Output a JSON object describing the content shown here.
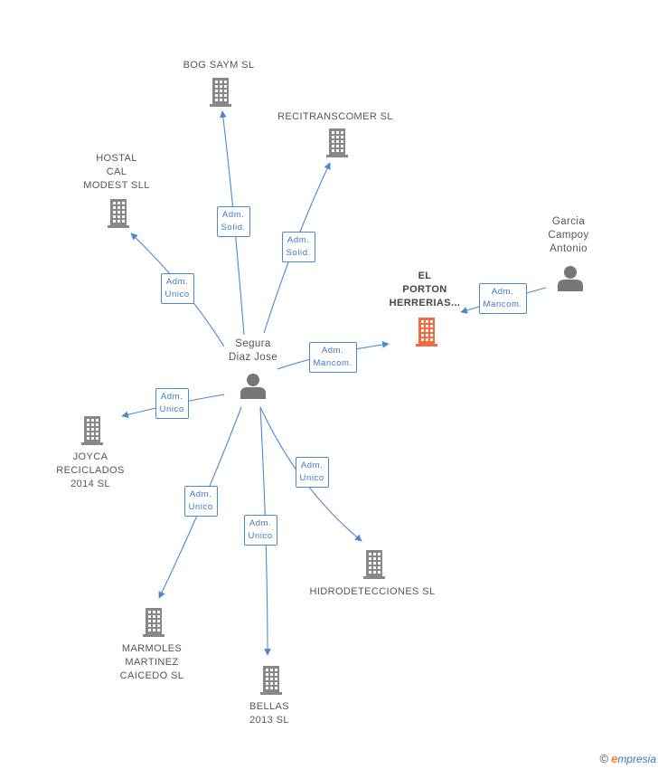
{
  "colors": {
    "edge": "#4a88d0",
    "company": "#888888",
    "focus_company": "#f26a3d",
    "person": "#777777"
  },
  "nodes": [
    {
      "id": "segura",
      "type": "person",
      "label": [
        "Segura",
        "Diaz Jose"
      ]
    },
    {
      "id": "garcia",
      "type": "person",
      "label": [
        "Garcia",
        "Campoy",
        "Antonio"
      ]
    },
    {
      "id": "porton",
      "type": "focus_company",
      "label": [
        "EL",
        "PORTON",
        "HERRERIAS..."
      ]
    },
    {
      "id": "bog",
      "type": "company",
      "label": [
        "BOG SAYM SL"
      ]
    },
    {
      "id": "recitrans",
      "type": "company",
      "label": [
        "RECITRANSCOMER SL"
      ]
    },
    {
      "id": "hostal",
      "type": "company",
      "label": [
        "HOSTAL",
        "CAL",
        "MODEST SLL"
      ]
    },
    {
      "id": "joyca",
      "type": "company",
      "label": [
        "JOYCA",
        "RECICLADOS",
        "2014  SL"
      ]
    },
    {
      "id": "hidro",
      "type": "company",
      "label": [
        "HIDRODETECCIONES SL"
      ]
    },
    {
      "id": "marmoles",
      "type": "company",
      "label": [
        "MARMOLES",
        "MARTINEZ",
        "CAICEDO SL"
      ]
    },
    {
      "id": "bellas",
      "type": "company",
      "label": [
        "BELLAS",
        "2013 SL"
      ]
    }
  ],
  "edges": [
    {
      "from": "segura",
      "to": "bog",
      "label": [
        "Adm.",
        "Solid."
      ]
    },
    {
      "from": "segura",
      "to": "recitrans",
      "label": [
        "Adm.",
        "Solid."
      ]
    },
    {
      "from": "segura",
      "to": "hostal",
      "label": [
        "Adm.",
        "Unico"
      ]
    },
    {
      "from": "segura",
      "to": "porton",
      "label": [
        "Adm.",
        "Mancom."
      ]
    },
    {
      "from": "garcia",
      "to": "porton",
      "label": [
        "Adm.",
        "Mancom."
      ]
    },
    {
      "from": "segura",
      "to": "joyca",
      "label": [
        "Adm.",
        "Unico"
      ]
    },
    {
      "from": "segura",
      "to": "hidro",
      "label": [
        "Adm.",
        "Unico"
      ]
    },
    {
      "from": "segura",
      "to": "marmoles",
      "label": [
        "Adm.",
        "Unico"
      ]
    },
    {
      "from": "segura",
      "to": "bellas",
      "label": [
        "Adm.",
        "Unico"
      ]
    }
  ],
  "brand": {
    "copyright": "©",
    "e": "e",
    "rest": "mpresia"
  }
}
